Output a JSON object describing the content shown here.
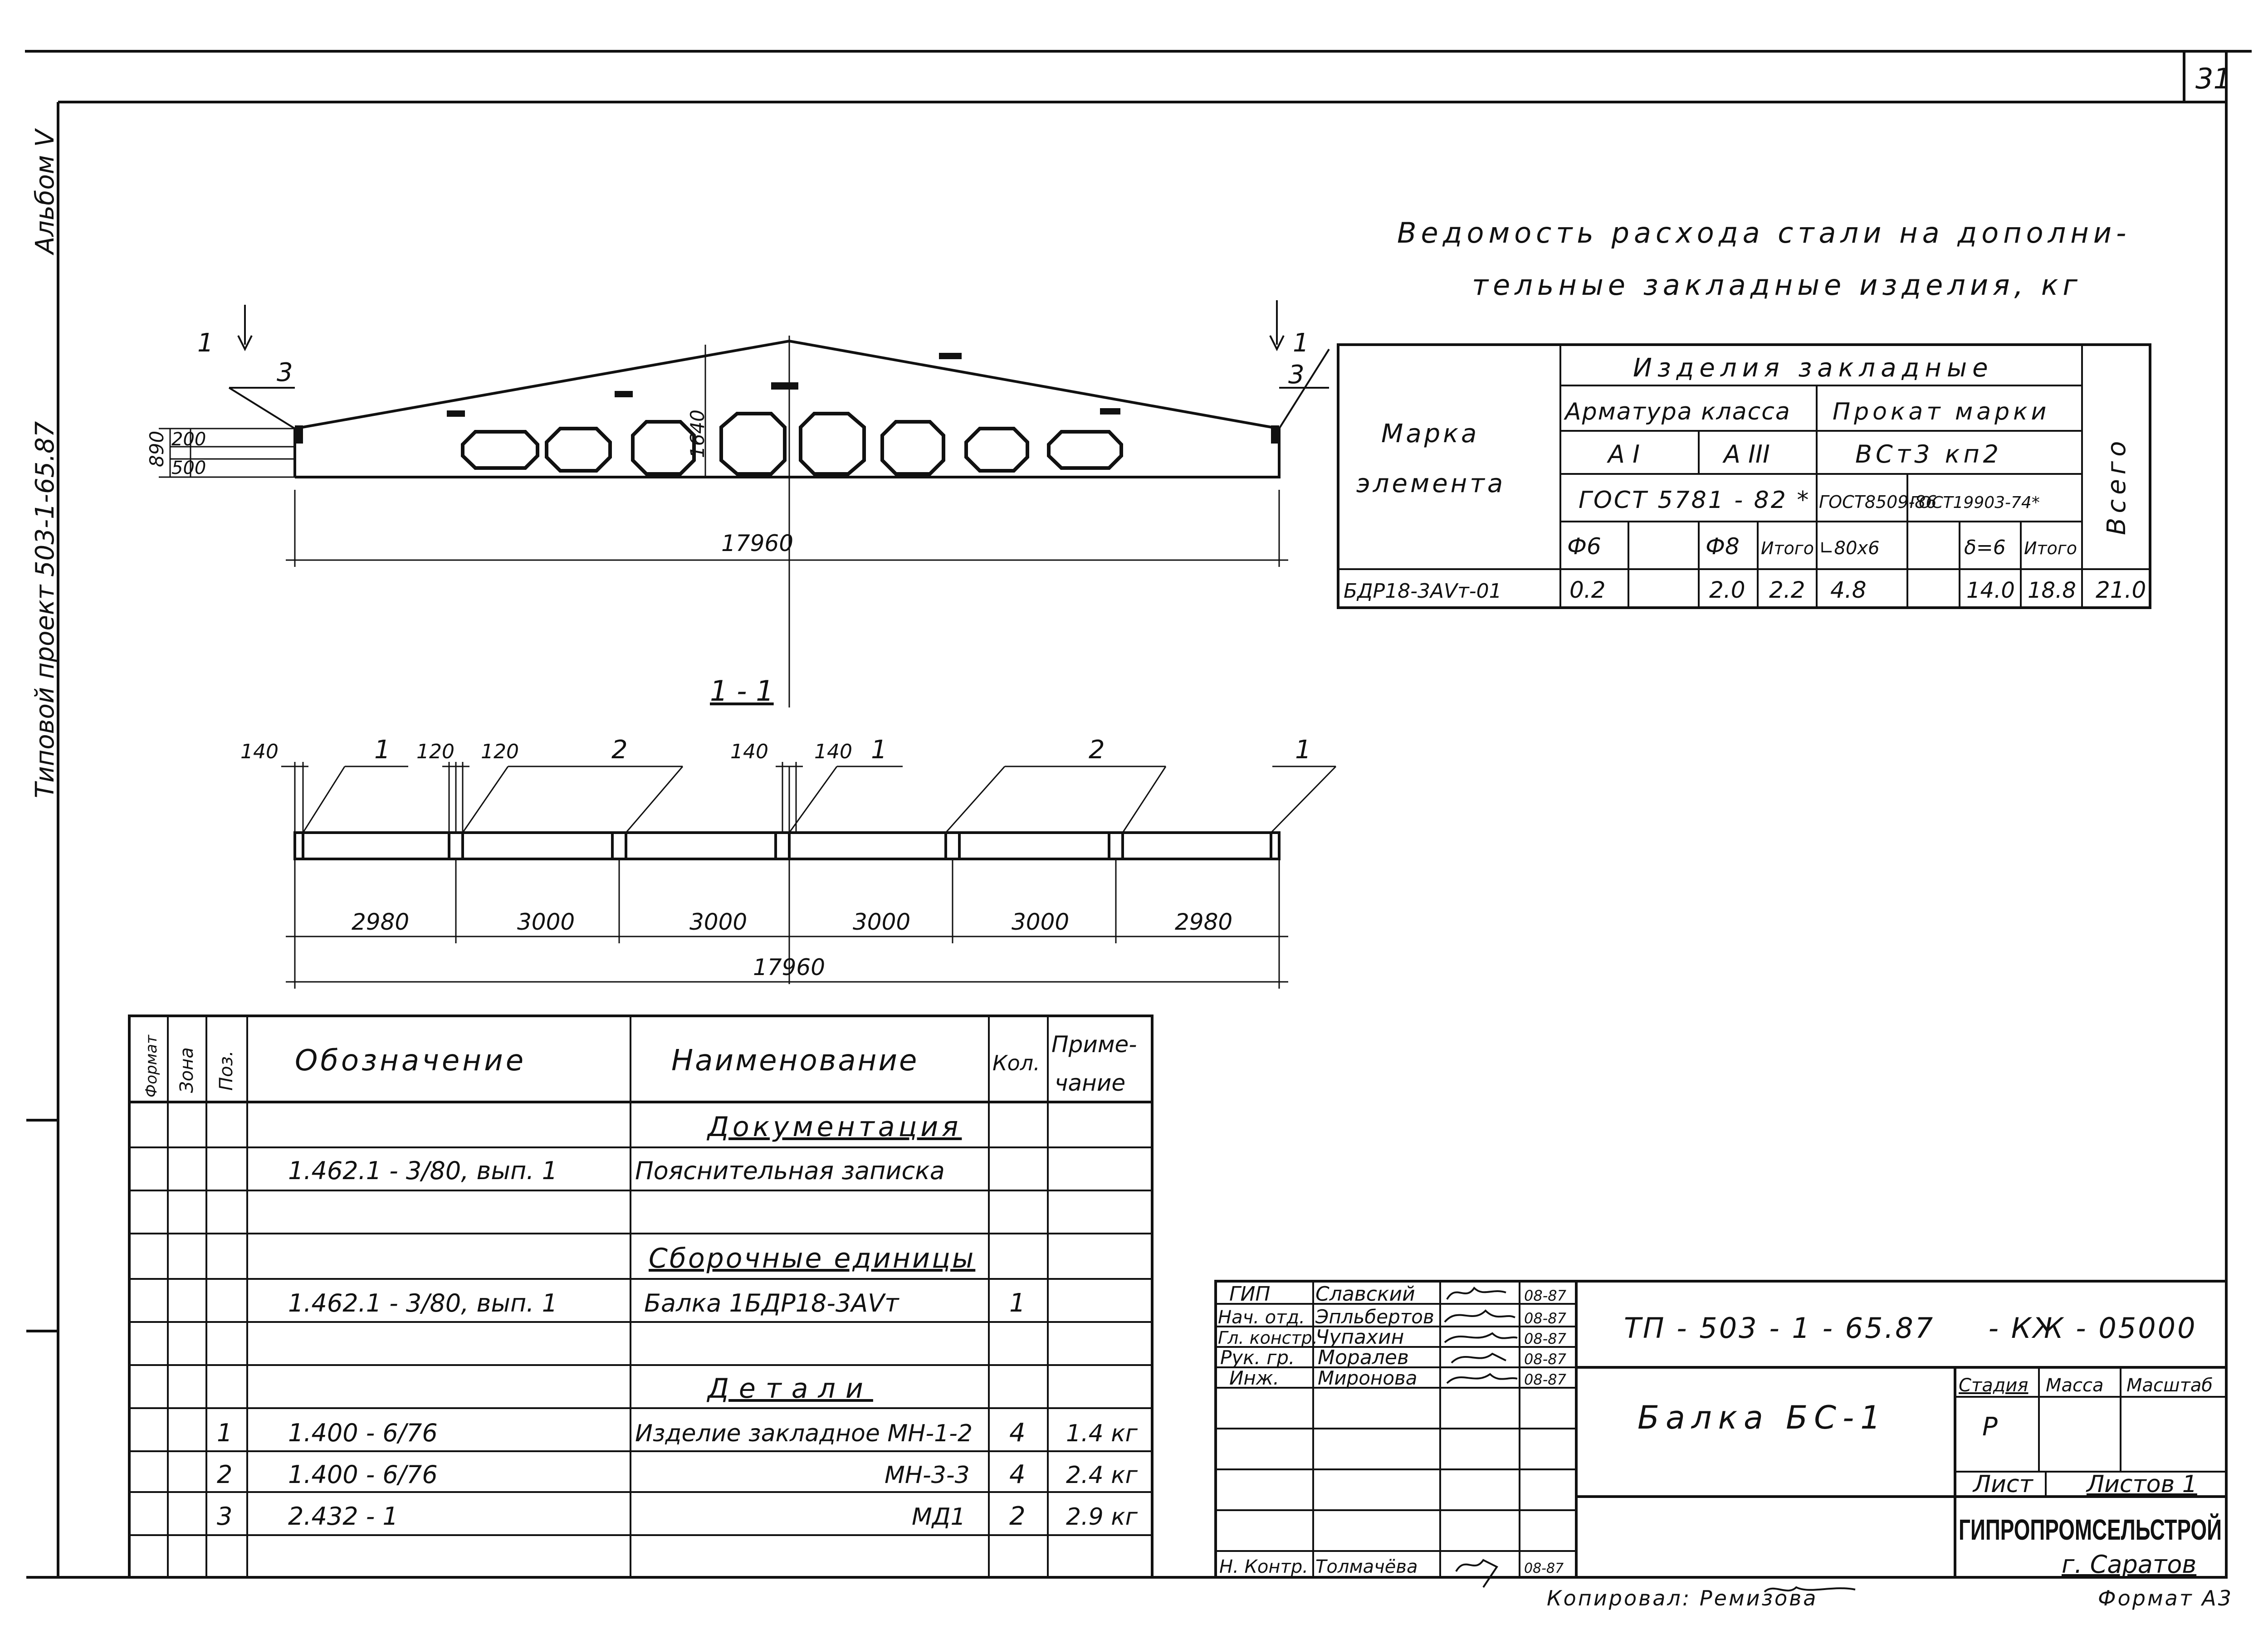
{
  "sheet": {
    "number": "31",
    "side_album": "Альбом V",
    "side_project": "Типовой проект 503-1-65.87"
  },
  "steel_statement": {
    "title_line1": "Ведомость расхода стали на дополни-",
    "title_line2": "тельные закладные изделия, кг",
    "col_mark_1": "Марка",
    "col_mark_2": "элемента",
    "col_group": "Изделия закладные",
    "col_rebar": "Арматура класса",
    "col_rolled": "Прокат марки",
    "col_total": "Всего",
    "rebar_a1": "А I",
    "rebar_a3": "А III",
    "rolled_grade": "ВСт3 кп2",
    "gost_rebar": "ГОСТ 5781 - 82 *",
    "gost_angle": "ГОСТ8509-86",
    "gost_plate": "ГОСТ19903-74*",
    "sub_phi6": "Ф6",
    "sub_phi8": "Ф8",
    "sub_itogo1": "Итого",
    "sub_angle": "∟80х6",
    "sub_delta": "δ=6",
    "sub_itogo2": "Итого",
    "row": {
      "mark": "БДР18-3АVт-01",
      "phi6": "0.2",
      "phi8": "2.0",
      "itogo1": "2.2",
      "angle": "4.8",
      "delta": "14.0",
      "itogo2": "18.8",
      "total": "21.0"
    }
  },
  "beam": {
    "h_total": "890",
    "h_200": "200",
    "h_500": "500",
    "h_mid": "1640",
    "length": "17960",
    "mark1": "1",
    "mark3a": "3",
    "mark3b": "3"
  },
  "section": {
    "title": "1 - 1",
    "dim_140a": "140",
    "dim_120a": "120",
    "dim_120b": "120",
    "dim_140b": "140",
    "dim_140c": "140",
    "pos_1a": "1",
    "pos_2a": "2",
    "pos_1b": "1",
    "pos_2b": "2",
    "pos_1c": "1",
    "spans": [
      "2980",
      "3000",
      "3000",
      "3000",
      "3000",
      "2980"
    ],
    "total": "17960"
  },
  "spec": {
    "headers": {
      "format": "Формат",
      "zone": "Зона",
      "pos": "Поз.",
      "designation": "Обозначение",
      "name": "Наименование",
      "qty": "Кол.",
      "note_1": "Приме-",
      "note_2": "чание"
    },
    "sec_docs": "Документация",
    "doc_row": {
      "designation": "1.462.1 - 3/80, вып. 1",
      "name": "Пояснительная записка"
    },
    "sec_assembly": "Сборочные единицы",
    "asm_row": {
      "designation": "1.462.1 - 3/80, вып. 1",
      "name": "Балка 1БДР18-3АVт",
      "qty": "1"
    },
    "sec_details": "Детали",
    "details": [
      {
        "pos": "1",
        "designation": "1.400 - 6/76",
        "name": "Изделие закладное МН-1-2",
        "qty": "4",
        "note": "1.4 кг"
      },
      {
        "pos": "2",
        "designation": "1.400 - 6/76",
        "name": "МН-3-3",
        "qty": "4",
        "note": "2.4 кг"
      },
      {
        "pos": "3",
        "designation": "2.432 - 1",
        "name": "МД1",
        "qty": "2",
        "note": "2.9 кг"
      }
    ]
  },
  "titleblock": {
    "signers": [
      {
        "role": "ГИП",
        "name": "Славский",
        "date": "08-87"
      },
      {
        "role": "Нач. отд.",
        "name": "Эпльбертов",
        "date": "08-87"
      },
      {
        "role": "Гл. констр.",
        "name": "Чупахин",
        "date": "08-87"
      },
      {
        "role": "Рук. гр.",
        "name": "Моралев",
        "date": "08-87"
      },
      {
        "role": "Инж.",
        "name": "Миронова",
        "date": "08-87"
      },
      {
        "role": "Н. Контр.",
        "name": "Толмачёва",
        "date": "08-87"
      }
    ],
    "code": "ТП - 503 - 1 - 65.87     - КЖ - 05000",
    "title": "Балка БС-1",
    "stage_h": "Стадия",
    "mass_h": "Масса",
    "scale_h": "Масштаб",
    "stage": "Р",
    "sheet_h": "Лист",
    "sheets_h": "Листов 1",
    "org": "ГИПРОПРОМСЕЛЬСТРОЙ",
    "city": "г. Саратов",
    "copied": "Копировал: Ремизова",
    "format": "Формат А3"
  }
}
